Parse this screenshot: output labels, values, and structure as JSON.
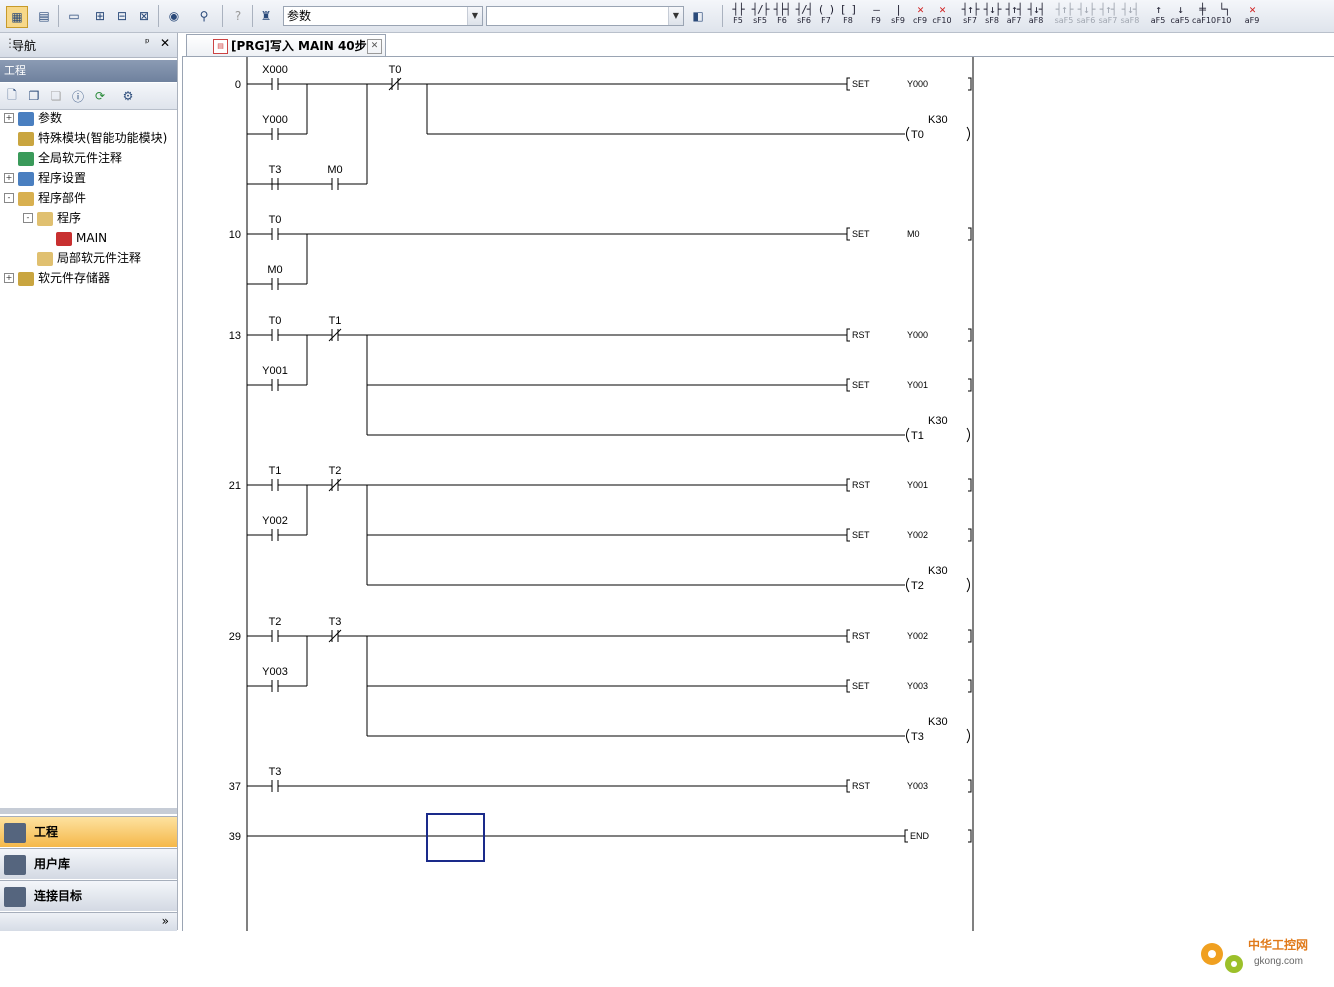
{
  "toolbar": {
    "combo1_value": "参数",
    "combo2_value": "",
    "fkeys": [
      {
        "label": "F5",
        "kind": "no"
      },
      {
        "label": "sF5",
        "kind": "nc"
      },
      {
        "label": "F6",
        "kind": "pno"
      },
      {
        "label": "sF6",
        "kind": "pnc"
      },
      {
        "label": "F7",
        "kind": "coil"
      },
      {
        "label": "F8",
        "kind": "func"
      },
      {
        "label": "F9",
        "kind": "hline"
      },
      {
        "label": "sF9",
        "kind": "vline"
      },
      {
        "label": "cF9",
        "kind": "delh",
        "color": "red"
      },
      {
        "label": "cF10",
        "kind": "delv",
        "color": "red"
      },
      {
        "label": "sF7",
        "kind": "rise"
      },
      {
        "label": "sF8",
        "kind": "fall"
      },
      {
        "label": "aF7",
        "kind": "rise2"
      },
      {
        "label": "aF8",
        "kind": "fall2"
      },
      {
        "label": "saF5",
        "kind": "d1",
        "dim": true
      },
      {
        "label": "saF6",
        "kind": "d2",
        "dim": true
      },
      {
        "label": "saF7",
        "kind": "d3",
        "dim": true
      },
      {
        "label": "saF8",
        "kind": "d4",
        "dim": true
      },
      {
        "label": "aF5",
        "kind": "up"
      },
      {
        "label": "caF5",
        "kind": "down"
      },
      {
        "label": "caF10",
        "kind": "inv"
      },
      {
        "label": "F10",
        "kind": "line"
      },
      {
        "label": "aF9",
        "kind": "del",
        "color": "red"
      }
    ]
  },
  "nav": {
    "title": "导航",
    "pin": "ᵖ",
    "close": "✕",
    "section": "工程",
    "tree": [
      {
        "label": "参数",
        "level": 0,
        "expand": "+",
        "icon": "#4a7fc0"
      },
      {
        "label": "特殊模块(智能功能模块)",
        "level": 0,
        "expand": "",
        "icon": "#c9a540"
      },
      {
        "label": "全局软元件注释",
        "level": 0,
        "expand": "",
        "icon": "#3a9a5a"
      },
      {
        "label": "程序设置",
        "level": 0,
        "expand": "+",
        "icon": "#4a7fc0"
      },
      {
        "label": "程序部件",
        "level": 0,
        "expand": "-",
        "icon": "#d8b050"
      },
      {
        "label": "程序",
        "level": 1,
        "expand": "-",
        "icon": "#e0c070"
      },
      {
        "label": "MAIN",
        "level": 2,
        "expand": "",
        "icon": "#c83030"
      },
      {
        "label": "局部软元件注释",
        "level": 1,
        "expand": "",
        "icon": "#e0c070"
      },
      {
        "label": "软元件存储器",
        "level": 0,
        "expand": "+",
        "icon": "#c9a540"
      }
    ],
    "buttons": [
      {
        "label": "工程",
        "active": true
      },
      {
        "label": "用户库",
        "active": false
      },
      {
        "label": "连接目标",
        "active": false
      }
    ],
    "more": "»"
  },
  "tab": {
    "title": "[PRG]写入 MAIN 40步",
    "close": "✕"
  },
  "ladder": {
    "rungs": [
      {
        "step": "0",
        "contacts": [
          {
            "dev": "X000",
            "type": "no",
            "col": 0,
            "row": 0
          },
          {
            "dev": "Y000",
            "type": "no",
            "col": 0,
            "row": 1
          },
          {
            "dev": "T3",
            "type": "no",
            "col": 0,
            "row": 2
          },
          {
            "dev": "M0",
            "type": "no",
            "col": 1,
            "row": 2
          },
          {
            "dev": "T0",
            "type": "nc",
            "col": 2,
            "row": 0
          }
        ],
        "outputs": [
          {
            "kind": "inst",
            "op": "SET",
            "dev": "Y000",
            "row": 0
          },
          {
            "kind": "coil",
            "dev": "T0",
            "k": "K30",
            "row": 1
          }
        ]
      },
      {
        "step": "10",
        "contacts": [
          {
            "dev": "T0",
            "type": "no",
            "col": 0,
            "row": 0
          },
          {
            "dev": "M0",
            "type": "no",
            "col": 0,
            "row": 1
          }
        ],
        "outputs": [
          {
            "kind": "inst",
            "op": "SET",
            "dev": "M0",
            "row": 0
          }
        ]
      },
      {
        "step": "13",
        "contacts": [
          {
            "dev": "T0",
            "type": "no",
            "col": 0,
            "row": 0
          },
          {
            "dev": "Y001",
            "type": "no",
            "col": 0,
            "row": 1
          },
          {
            "dev": "T1",
            "type": "nc",
            "col": 1,
            "row": 0
          }
        ],
        "outputs": [
          {
            "kind": "inst",
            "op": "RST",
            "dev": "Y000",
            "row": 0
          },
          {
            "kind": "inst",
            "op": "SET",
            "dev": "Y001",
            "row": 1
          },
          {
            "kind": "coil",
            "dev": "T1",
            "k": "K30",
            "row": 2
          }
        ]
      },
      {
        "step": "21",
        "contacts": [
          {
            "dev": "T1",
            "type": "no",
            "col": 0,
            "row": 0
          },
          {
            "dev": "Y002",
            "type": "no",
            "col": 0,
            "row": 1
          },
          {
            "dev": "T2",
            "type": "nc",
            "col": 1,
            "row": 0
          }
        ],
        "outputs": [
          {
            "kind": "inst",
            "op": "RST",
            "dev": "Y001",
            "row": 0
          },
          {
            "kind": "inst",
            "op": "SET",
            "dev": "Y002",
            "row": 1
          },
          {
            "kind": "coil",
            "dev": "T2",
            "k": "K30",
            "row": 2
          }
        ]
      },
      {
        "step": "29",
        "contacts": [
          {
            "dev": "T2",
            "type": "no",
            "col": 0,
            "row": 0
          },
          {
            "dev": "Y003",
            "type": "no",
            "col": 0,
            "row": 1
          },
          {
            "dev": "T3",
            "type": "nc",
            "col": 1,
            "row": 0
          }
        ],
        "outputs": [
          {
            "kind": "inst",
            "op": "RST",
            "dev": "Y002",
            "row": 0
          },
          {
            "kind": "inst",
            "op": "SET",
            "dev": "Y003",
            "row": 1
          },
          {
            "kind": "coil",
            "dev": "T3",
            "k": "K30",
            "row": 2
          }
        ]
      },
      {
        "step": "37",
        "contacts": [
          {
            "dev": "T3",
            "type": "no",
            "col": 0,
            "row": 0
          }
        ],
        "outputs": [
          {
            "kind": "inst",
            "op": "RST",
            "dev": "Y003",
            "row": 0
          }
        ]
      },
      {
        "step": "39",
        "contacts": [],
        "outputs": [
          {
            "kind": "inst",
            "op": "END",
            "dev": "",
            "row": 0
          }
        ]
      }
    ]
  },
  "watermark": {
    "line1": "中华工控网",
    "line2": "gkong.com"
  }
}
